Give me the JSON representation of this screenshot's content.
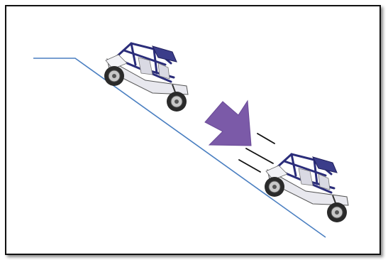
{
  "diagram": {
    "colors": {
      "slope_line": "#4a7fc1",
      "arrow_fill": "#7b5aa8",
      "speed_lines": "#111111",
      "vehicle_frame": "#2b2d7a",
      "vehicle_body": "#e8e8ee",
      "tire": "#2a2a2a",
      "rim": "#c8c8c8",
      "border": "#111111"
    },
    "elements": {
      "slope": "slope-line",
      "arrow": "direction-arrow",
      "motion_lines": "speed-lines",
      "vehicles": [
        "utv-upper",
        "utv-lower"
      ]
    }
  }
}
